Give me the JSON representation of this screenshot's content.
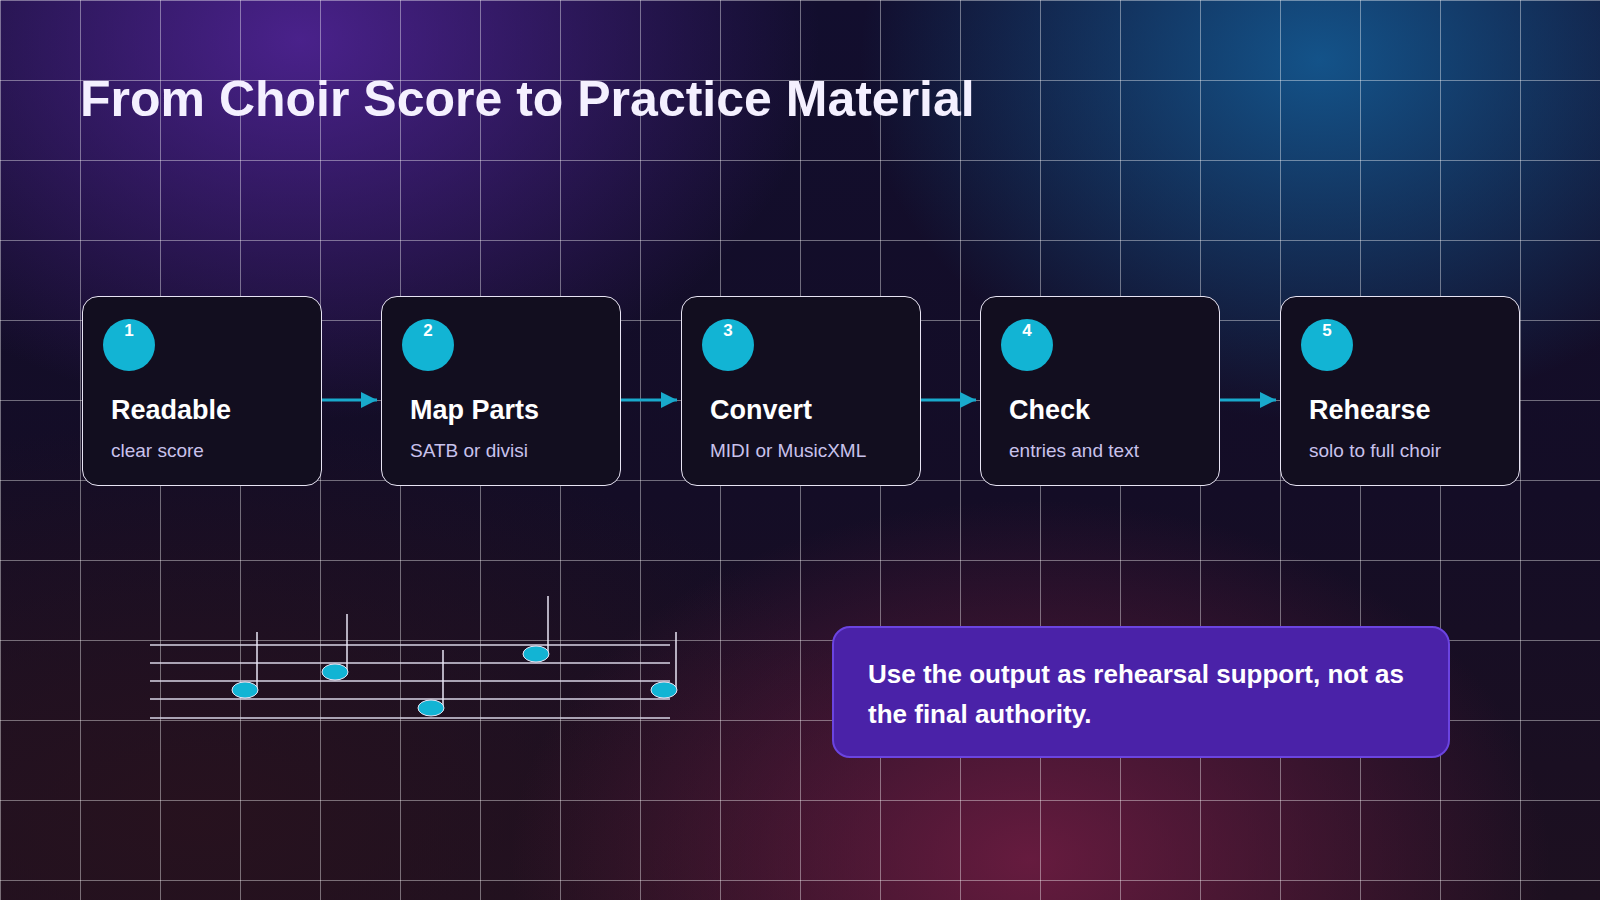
{
  "diagram": {
    "title": "From Choir Score to Practice Material",
    "nodes": [
      {
        "text": [
          "1",
          "Readable",
          "clear score"
        ]
      },
      {
        "text": [
          "2",
          "Map Parts",
          "SATB or divisi"
        ]
      },
      {
        "text": [
          "3",
          "Convert",
          "MIDI or MusicXML"
        ]
      },
      {
        "text": [
          "4",
          "Check",
          "entries and text"
        ]
      },
      {
        "text": [
          "5",
          "Rehearse",
          "solo to full choir"
        ]
      },
      {
        "text": [
          "Use the output as rehearsal support, not as the final authority."
        ]
      }
    ],
    "edges": [
      {
        "from": 0,
        "to": 1,
        "arrow": "to"
      },
      {
        "from": 1,
        "to": 2,
        "arrow": "to"
      },
      {
        "from": 2,
        "to": 3,
        "arrow": "to"
      },
      {
        "from": 3,
        "to": 4,
        "arrow": "to"
      }
    ]
  }
}
